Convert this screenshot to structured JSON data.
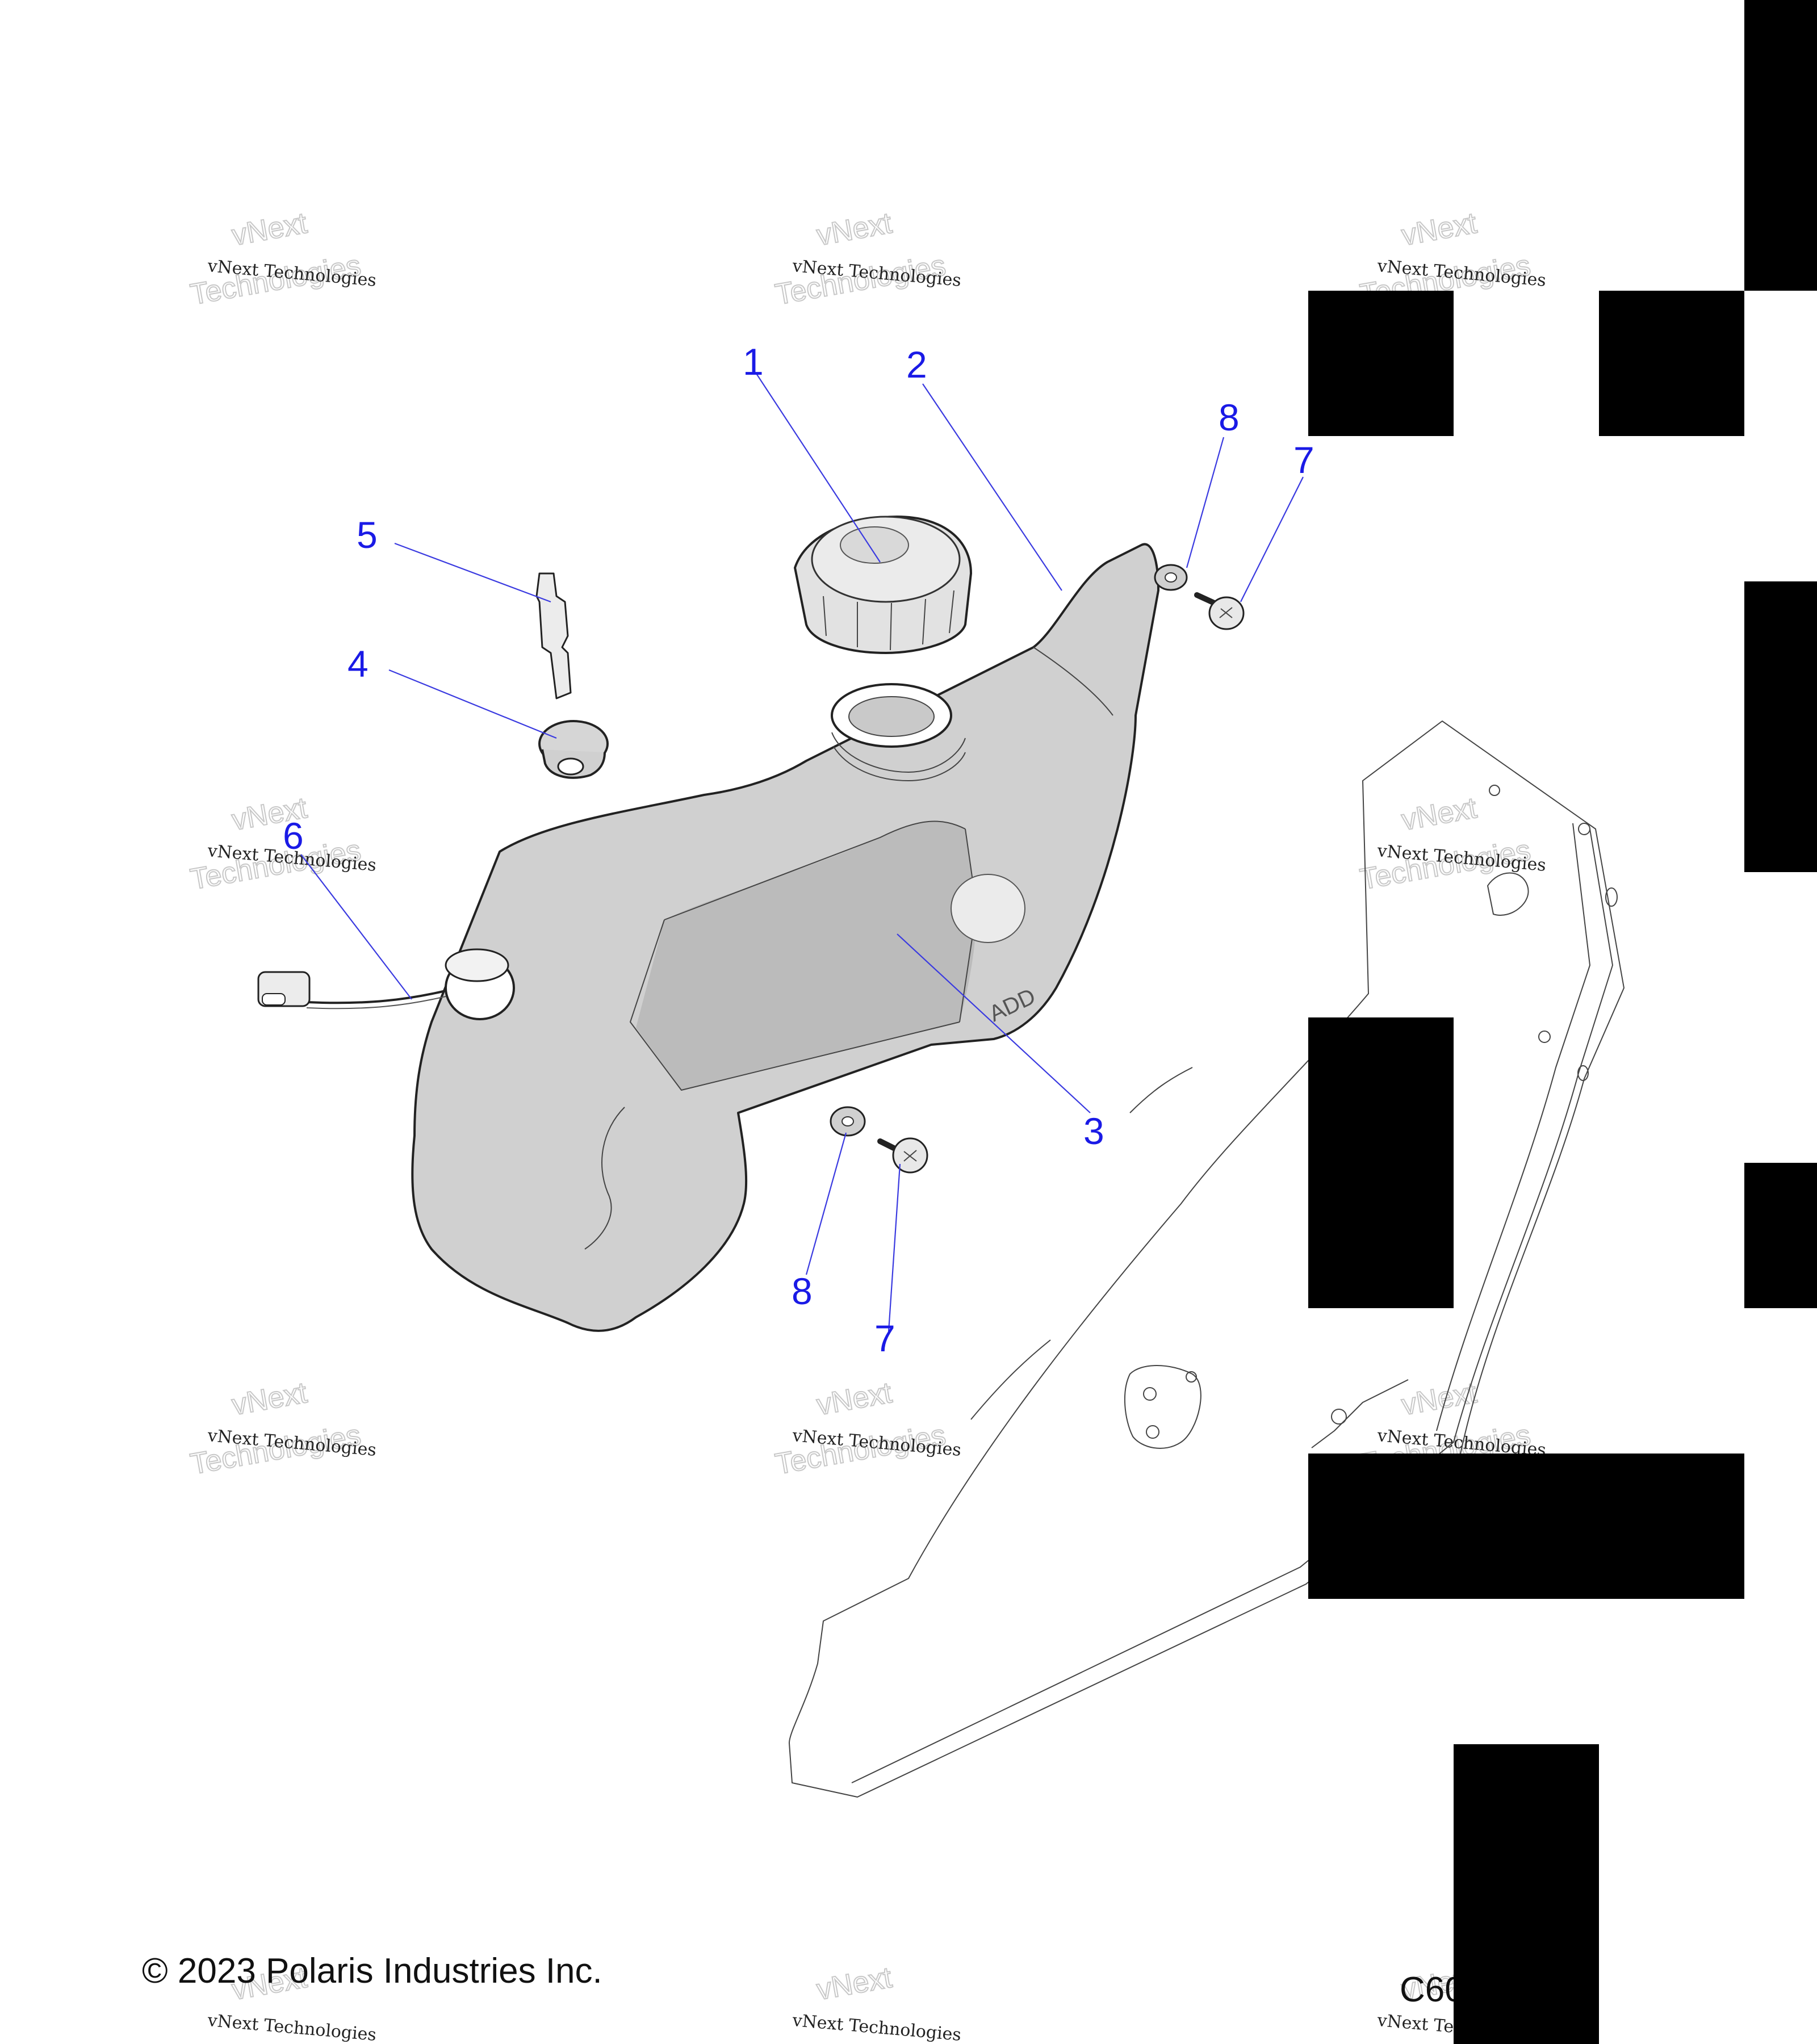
{
  "diagram": {
    "callouts": [
      {
        "id": "1",
        "label": "1"
      },
      {
        "id": "2",
        "label": "2"
      },
      {
        "id": "3",
        "label": "3"
      },
      {
        "id": "4",
        "label": "4"
      },
      {
        "id": "5",
        "label": "5"
      },
      {
        "id": "6",
        "label": "6"
      },
      {
        "id": "7a",
        "label": "7"
      },
      {
        "id": "7b",
        "label": "7"
      },
      {
        "id": "8a",
        "label": "8"
      },
      {
        "id": "8b",
        "label": "8"
      }
    ],
    "tank_embossing": "ADD",
    "watermark": {
      "line1": "vNext Technologies",
      "ghost_top": "vNext",
      "ghost_bottom": "Technologies"
    }
  },
  "footer": {
    "copyright": "© 2023 Polaris Industries Inc.",
    "figure_code": "C60"
  },
  "colors": {
    "callout_blue": "#1a1ae6",
    "tank_fill": "#cfcfcf",
    "redaction": "#000000"
  }
}
